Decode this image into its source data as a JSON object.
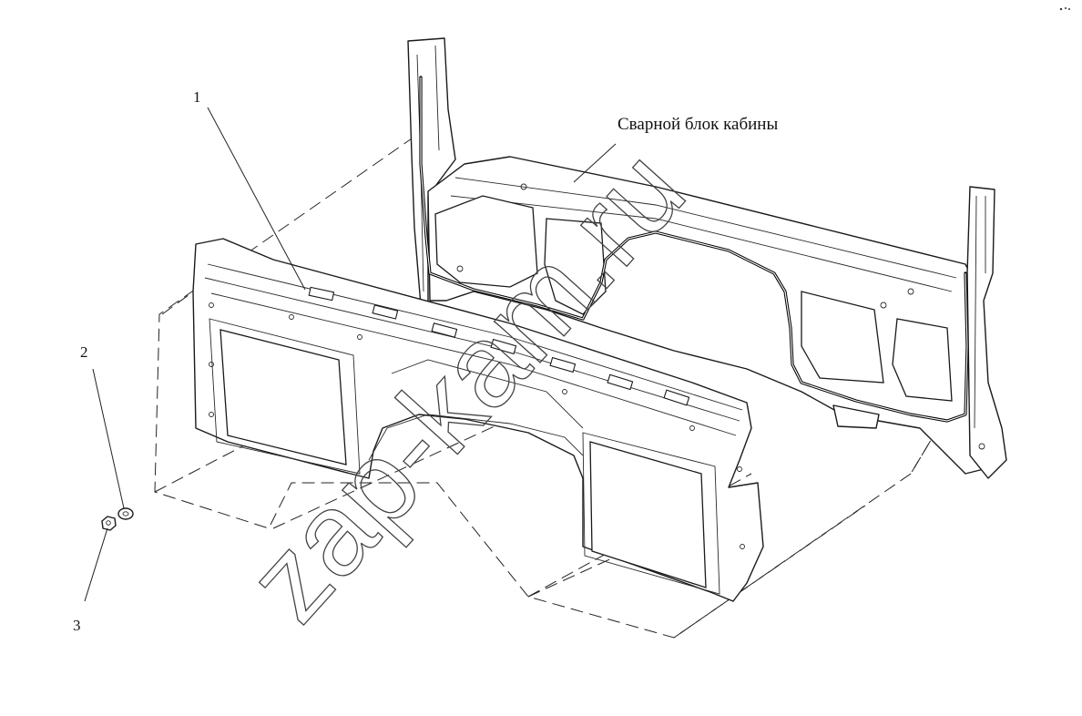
{
  "title": "Сварной блок кабины",
  "callouts": [
    {
      "id": "1",
      "text": "1"
    },
    {
      "id": "2",
      "text": "2"
    },
    {
      "id": "3",
      "text": "3"
    }
  ],
  "watermark": "zap-kam.ru",
  "colors": {
    "line": "#1a1a1a",
    "background": "#ffffff"
  }
}
